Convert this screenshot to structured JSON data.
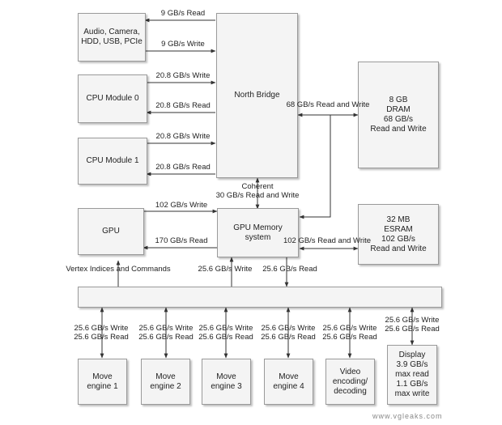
{
  "blocks": {
    "io": "Audio, Camera,\nHDD, USB, PCIe",
    "cpu0": "CPU Module 0",
    "cpu1": "CPU Module 1",
    "north_bridge": "North Bridge",
    "dram": "8 GB\nDRAM\n68 GB/s\nRead and Write",
    "gpu": "GPU",
    "gpu_memory": "GPU Memory\nsystem",
    "esram": "32 MB\nESRAM\n102 GB/s\nRead and Write",
    "move1": "Move\nengine 1",
    "move2": "Move\nengine 2",
    "move3": "Move\nengine 3",
    "move4": "Move\nengine 4",
    "video": "Video\nencoding/\ndecoding",
    "display": "Display\n3.9 GB/s\nmax read\n1.1 GB/s\nmax write"
  },
  "links": {
    "io_read": "9 GB/s Read",
    "io_write": "9 GB/s Write",
    "cpu0_write": "20.8 GB/s Write",
    "cpu0_read": "20.8 GB/s Read",
    "cpu1_write": "20.8 GB/s Write",
    "cpu1_read": "20.8 GB/s Read",
    "dram_link": "68 GB/s Read and Write",
    "coherent": "Coherent\n30 GB/s Read and Write",
    "gpu_write": "102 GB/s Write",
    "gpu_read": "170 GB/s Read",
    "esram_link": "102 GB/s Read and Write",
    "vertex": "Vertex Indices and Commands",
    "bus_write": "25.6 GB/s Write",
    "bus_read": "25.6 GB/s Read",
    "engine_rw": "25.6 GB/s Write\n25.6 GB/s Read"
  },
  "watermark": "www.vgleaks.com"
}
